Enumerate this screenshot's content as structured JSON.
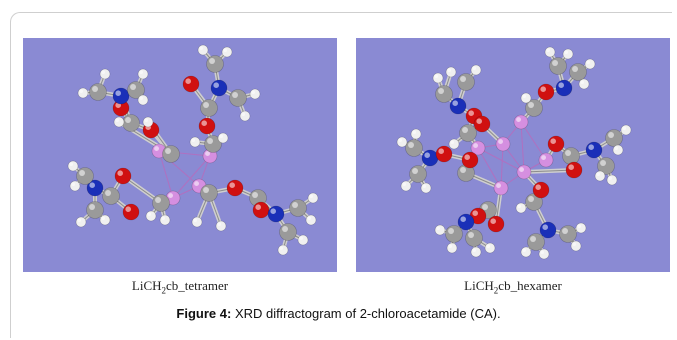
{
  "panels": [
    {
      "label_prefix": "LiCH",
      "label_sub": "2",
      "label_suffix": "cb_tetramer"
    },
    {
      "label_prefix": "LiCH",
      "label_sub": "2",
      "label_suffix": "cb_hexamer"
    }
  ],
  "caption": {
    "label": "Figure 4:",
    "text": " XRD diffractogram of 2-chloroacetamide (CA)."
  },
  "colors": {
    "background": "#8a8ad3",
    "carbon": "#9a9a9a",
    "hydrogen": "#f0f0f0",
    "oxygen": "#d01010",
    "nitrogen": "#1a2fb8",
    "lithium": "#d58fe0"
  }
}
